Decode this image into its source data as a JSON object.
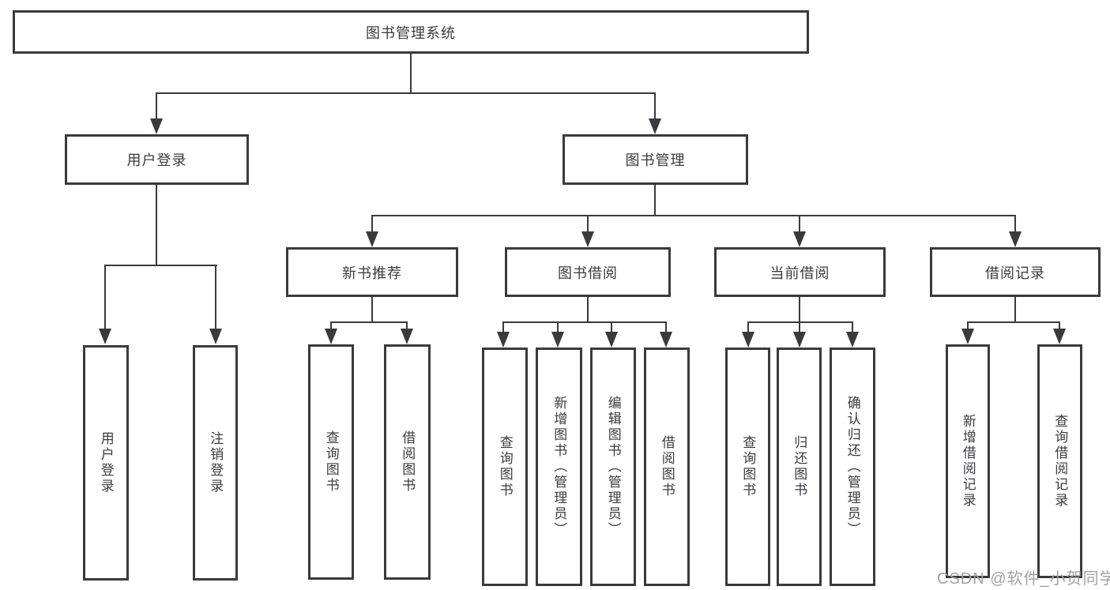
{
  "diagram": {
    "title": "图书管理系统",
    "tree": {
      "root": {
        "label": "图书管理系统"
      },
      "branches": [
        {
          "label": "用户登录",
          "children": [
            {
              "label": "用户登录"
            },
            {
              "label": "注销登录"
            }
          ]
        },
        {
          "label": "图书管理",
          "children": [
            {
              "label": "新书推荐",
              "children": [
                {
                  "label": "查询图书"
                },
                {
                  "label": "借阅图书"
                }
              ]
            },
            {
              "label": "图书借阅",
              "children": [
                {
                  "label": "查询图书"
                },
                {
                  "label": "新增图书（管理员）"
                },
                {
                  "label": "编辑图书（管理员）"
                },
                {
                  "label": "借阅图书"
                }
              ]
            },
            {
              "label": "当前借阅",
              "children": [
                {
                  "label": "查询图书"
                },
                {
                  "label": "归还图书"
                },
                {
                  "label": "确认归还（管理员）"
                }
              ]
            },
            {
              "label": "借阅记录",
              "children": [
                {
                  "label": "新增借阅记录"
                },
                {
                  "label": "查询借阅记录"
                }
              ]
            }
          ]
        }
      ]
    }
  },
  "watermark": {
    "text": "CSDN @软件_小贺同学"
  },
  "colors": {
    "line": "#3a3a3e",
    "text": "#3b3b41",
    "background": "#ffffff",
    "watermark": "#a1a1a3"
  }
}
